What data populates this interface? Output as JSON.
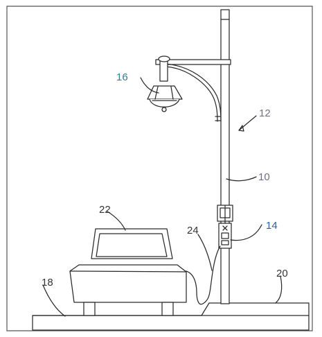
{
  "labels": {
    "lamp_post": "10",
    "lamp_arm": "12",
    "charging_unit": "14",
    "lamp_head": "16",
    "left_ground": "18",
    "right_ground": "20",
    "vehicle": "22",
    "charging_cable": "24"
  },
  "colors": {
    "ink": "#2a2a2a",
    "label_ink": "#222222",
    "label_16": "#2f7c9b",
    "label_12": "#7d6a86",
    "label_10": "#7a6886",
    "label_14": "#355f93",
    "label_22": "#333333",
    "label_24": "#333333",
    "label_18": "#333333",
    "label_20": "#333333",
    "frame": "#555555"
  }
}
